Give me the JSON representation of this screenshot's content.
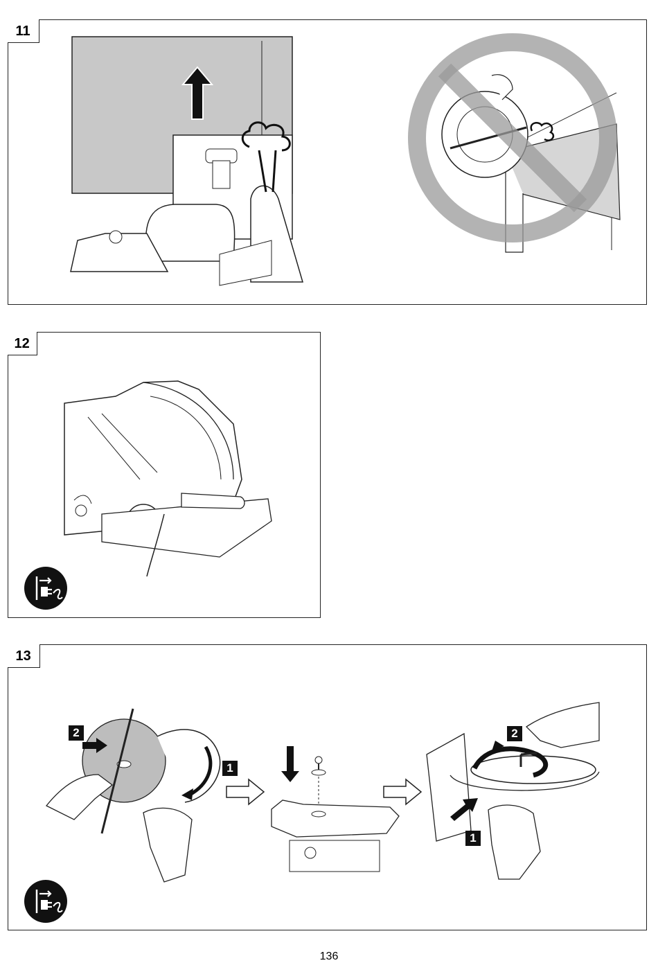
{
  "figures": [
    {
      "number": "11"
    },
    {
      "number": "12",
      "badge_icon": "unplug-icon"
    },
    {
      "number": "13",
      "badge_icon": "unplug-icon",
      "steps": [
        {
          "label": "2"
        },
        {
          "label": "1"
        },
        {
          "label": "2"
        },
        {
          "label": "1"
        }
      ]
    }
  ],
  "page_number": "136",
  "colors": {
    "line": "#222222",
    "panel_gray": "#c8c8c8",
    "badge": "#111111"
  }
}
